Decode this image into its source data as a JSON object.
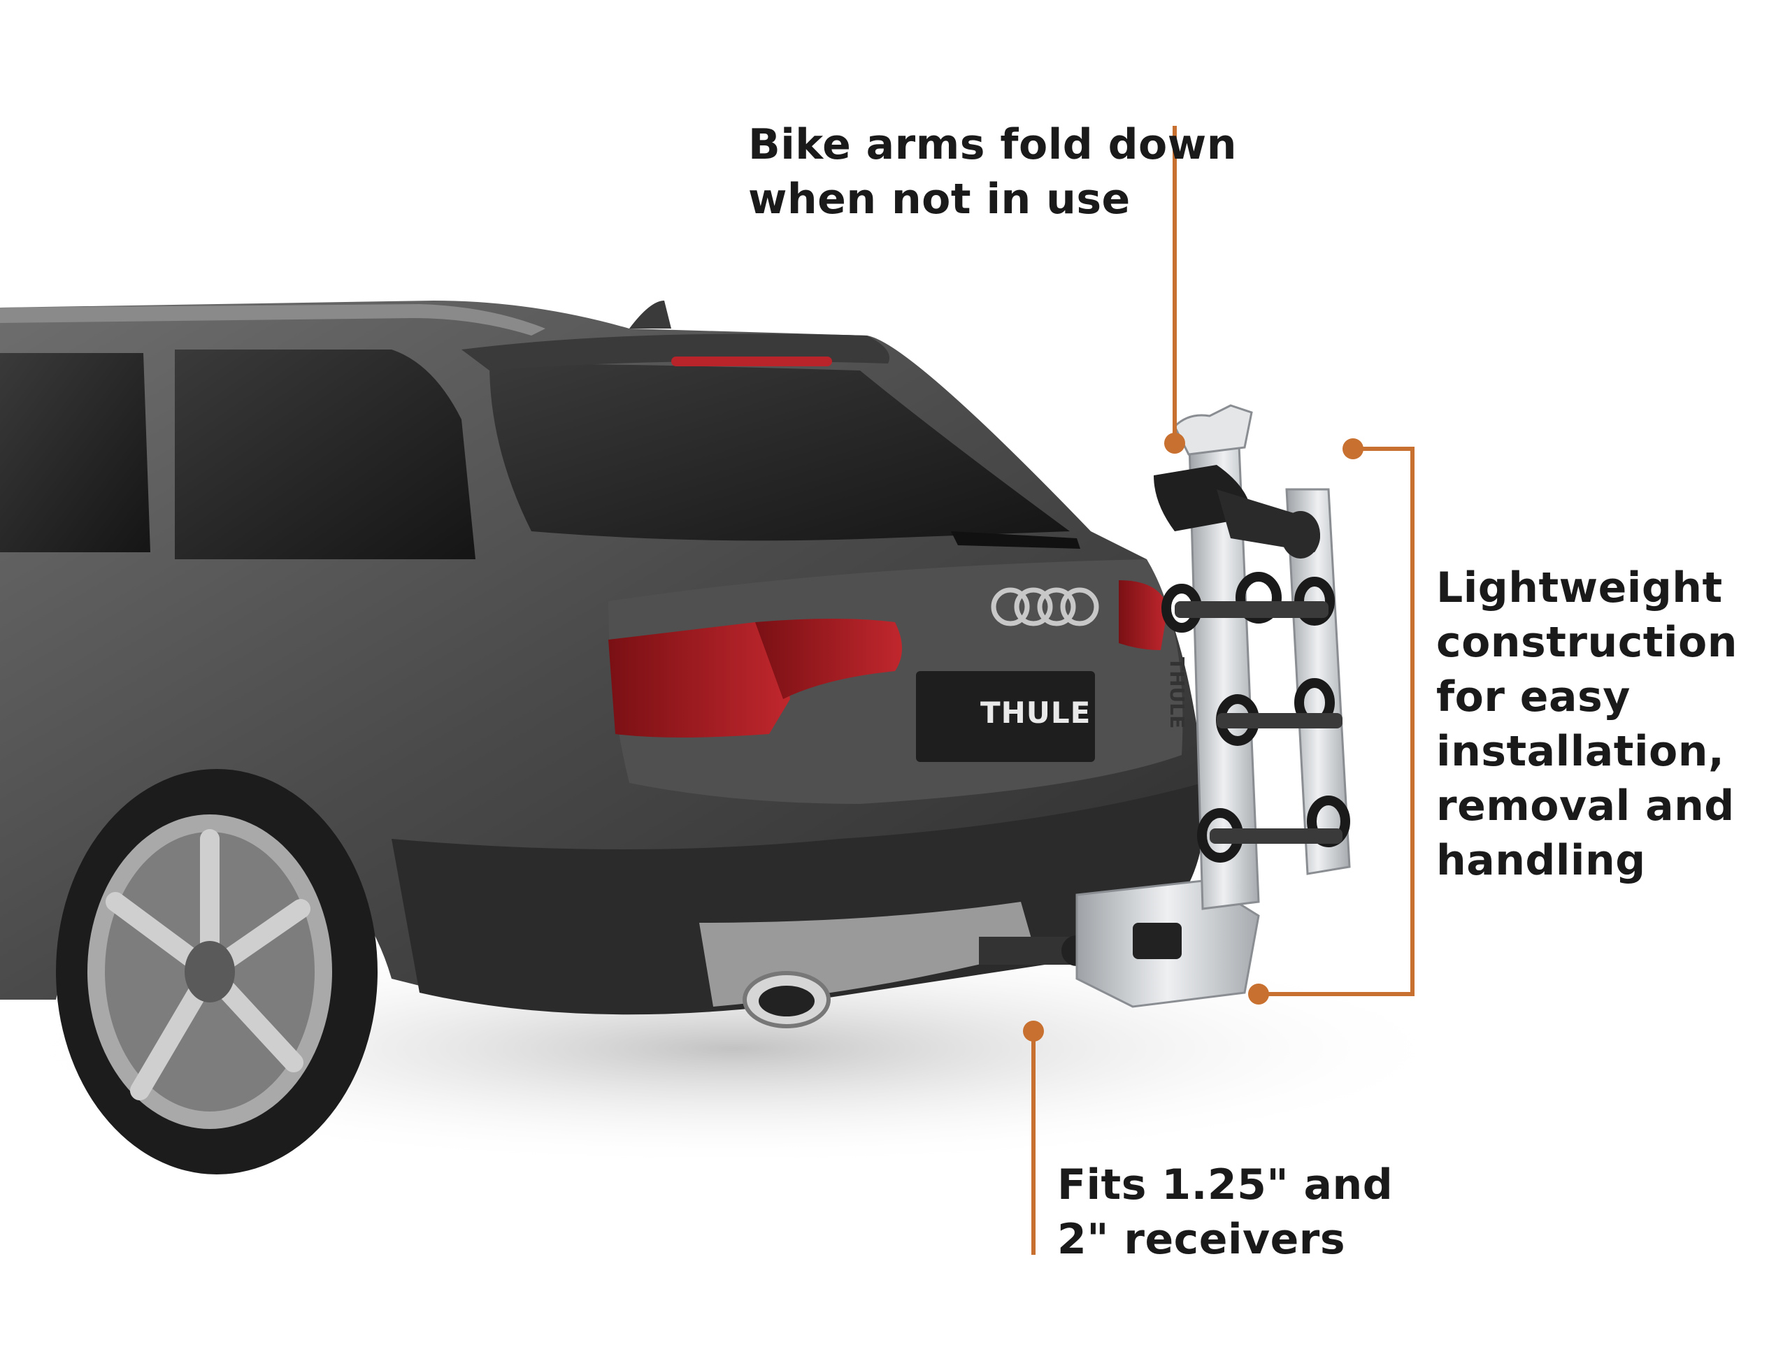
{
  "brand": {
    "plate_text": "THULE",
    "rack_text": "THULE"
  },
  "colors": {
    "accent": "#C8702F",
    "car_body": "#5a5a5a",
    "rack_silver": "#c9ccd0",
    "rack_black": "#222222",
    "text": "#1a1a1a"
  },
  "callouts": {
    "arms": {
      "lines": [
        "Bike arms fold down",
        "when not in use"
      ]
    },
    "weight": {
      "lines": [
        "Lightweight",
        "construction",
        "for easy",
        "installation,",
        "removal and",
        "handling"
      ]
    },
    "receivers": {
      "lines": [
        "Fits 1.25\" and",
        "2\" receivers"
      ]
    }
  }
}
